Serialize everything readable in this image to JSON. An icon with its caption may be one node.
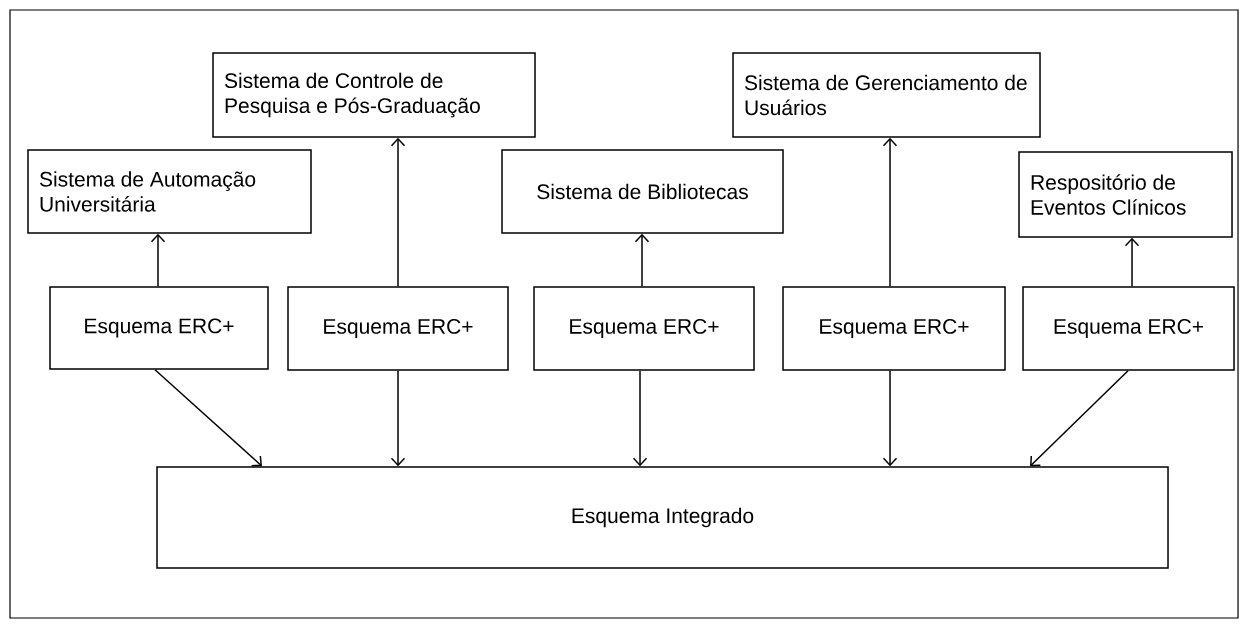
{
  "diagram": {
    "nodes": [
      {
        "text": [
          "Sistema de Automação Universitária"
        ]
      },
      {
        "text": [
          "Sistema de Controle de Pesquisa e Pós-Graduação"
        ]
      },
      {
        "text": [
          "Sistema de Bibliotecas"
        ]
      },
      {
        "text": [
          "Sistema de Gerenciamento de Usuários"
        ]
      },
      {
        "text": [
          "Respositório de Eventos Clínicos"
        ]
      },
      {
        "text": [
          "Esquema ERC+"
        ]
      },
      {
        "text": [
          "Esquema ERC+"
        ]
      },
      {
        "text": [
          "Esquema ERC+"
        ]
      },
      {
        "text": [
          "Esquema ERC+"
        ]
      },
      {
        "text": [
          "Esquema ERC+"
        ]
      },
      {
        "text": [
          "Esquema Integrado"
        ]
      }
    ],
    "edges": [
      {
        "from": 5,
        "to": 0,
        "arrow": "to"
      },
      {
        "from": 6,
        "to": 1,
        "arrow": "to"
      },
      {
        "from": 7,
        "to": 2,
        "arrow": "to"
      },
      {
        "from": 8,
        "to": 3,
        "arrow": "to"
      },
      {
        "from": 9,
        "to": 4,
        "arrow": "to"
      },
      {
        "from": 5,
        "to": 10,
        "arrow": "to"
      },
      {
        "from": 6,
        "to": 10,
        "arrow": "to"
      },
      {
        "from": 7,
        "to": 10,
        "arrow": "to"
      },
      {
        "from": 8,
        "to": 10,
        "arrow": "to"
      },
      {
        "from": 9,
        "to": 10,
        "arrow": "to"
      }
    ]
  }
}
